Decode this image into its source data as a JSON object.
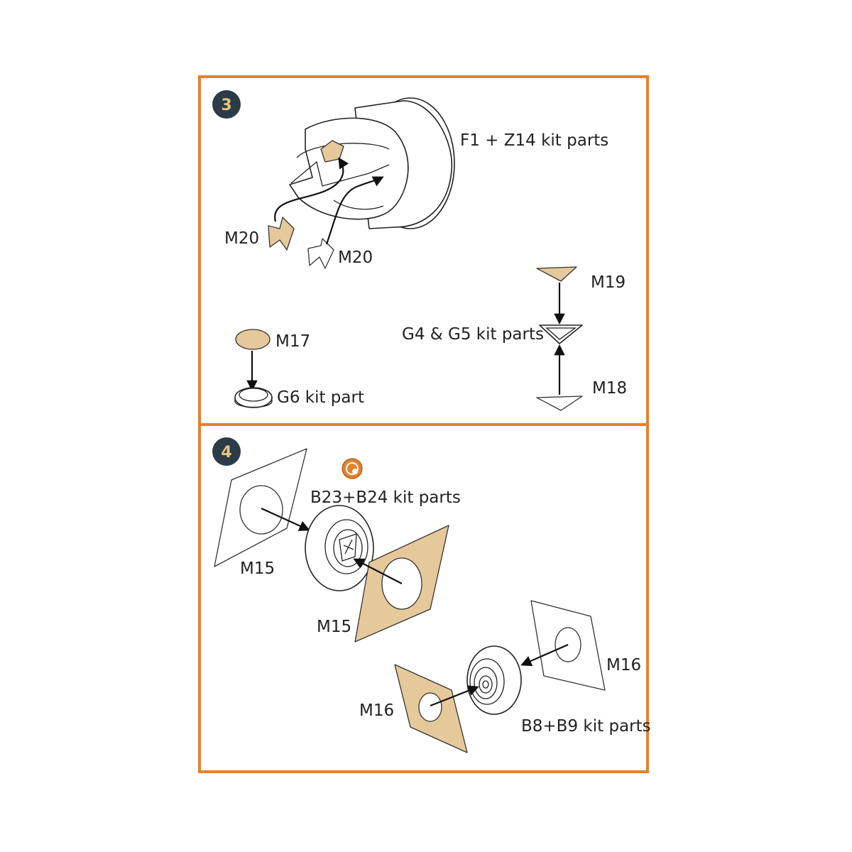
{
  "steps": [
    {
      "number": "3",
      "labels": {
        "engine_parts": "F1 + Z14 kit parts",
        "m20_left": "M20",
        "m20_right": "M20",
        "m19": "M19",
        "g4_g5": "G4 & G5 kit parts",
        "m18": "M18",
        "m17": "M17",
        "g6": "G6 kit part"
      }
    },
    {
      "number": "4",
      "labels": {
        "b23_b24": "B23+B24 kit parts",
        "m15_left": "M15",
        "m15_right": "M15",
        "m16_right": "M16",
        "m16_left": "M16",
        "b8_b9": "B8+B9 kit parts"
      }
    }
  ],
  "colors": {
    "frame": "#e4812f",
    "badge": "#2b3b48",
    "badge_text": "#e8c47a",
    "decal_fill": "#e6c99a"
  },
  "icons": {
    "paint_mask_symbol": "paint-mask-icon"
  }
}
